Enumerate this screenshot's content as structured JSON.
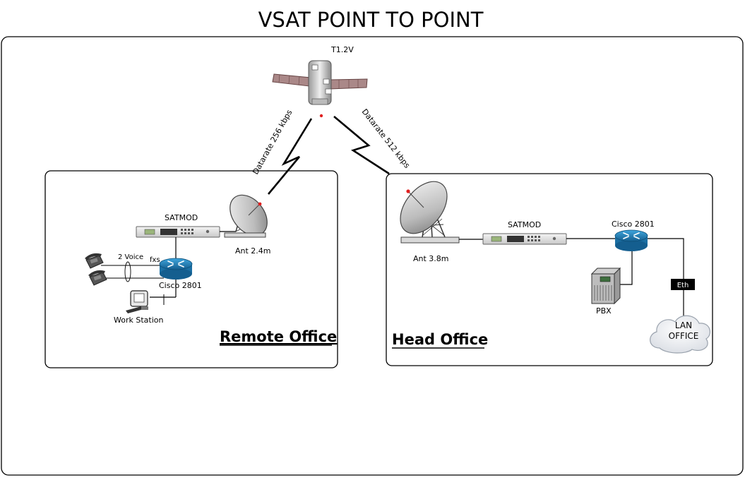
{
  "title": "VSAT POINT TO POINT",
  "satellite": {
    "label": "T1.2V"
  },
  "links": {
    "remote_datarate": "Datarate 256 kbps",
    "head_datarate": "Datarate 512 kbps"
  },
  "remote_office": {
    "label": "Remote Office",
    "satmod_label": "SATMOD",
    "antenna_label": "Ant 2.4m",
    "voice_label": "2 Voice",
    "fxs_label": "fxs",
    "router_label": "Cisco 2801",
    "workstation_label": "Work Station"
  },
  "head_office": {
    "label": "Head Office",
    "satmod_label": "SATMOD",
    "antenna_label": "Ant 3.8m",
    "router_label": "Cisco 2801",
    "pbx_label": "PBX",
    "eth_label": "Eth",
    "lan_label_line1": "LAN",
    "lan_label_line2": "OFFICE"
  },
  "colors": {
    "router_blue": "#1f7fb8",
    "frame": "#000000",
    "accent_red": "#e02020"
  }
}
